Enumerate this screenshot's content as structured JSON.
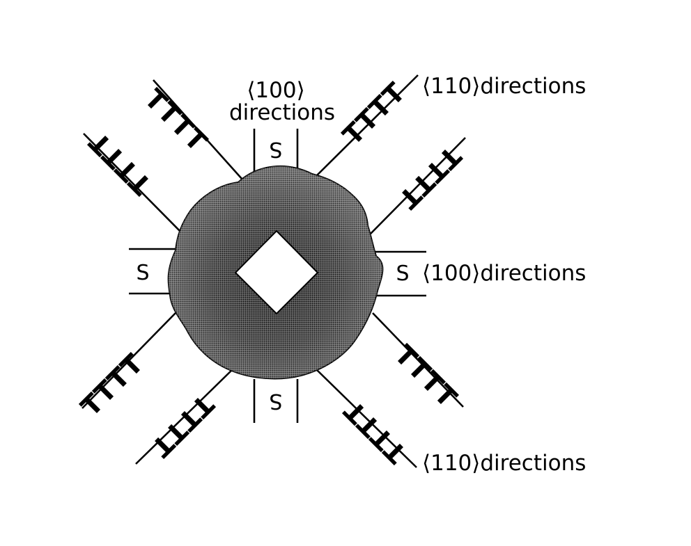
{
  "colors": {
    "ink": "#000000",
    "paper": "#ffffff",
    "shade_light": "#6e6e6e",
    "shade_dark": "#1e1e1e"
  },
  "labels": {
    "top_100_line1": "⟨100⟩",
    "top_100_line2": "directions",
    "top_right_110": "⟨110⟩directions",
    "right_100": "⟨100⟩directions",
    "bottom_right_110": "⟨110⟩directions"
  },
  "marks": {
    "s_symbol": "S",
    "t_row": "TTTT"
  }
}
